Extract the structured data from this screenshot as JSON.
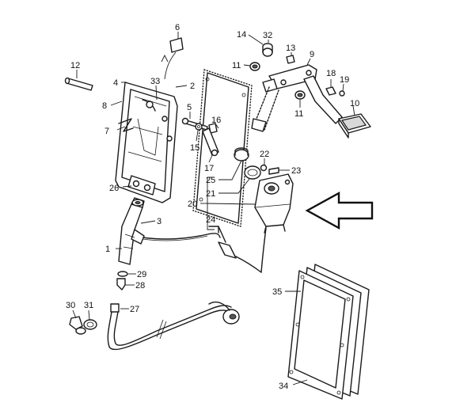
{
  "callouts": [
    "1",
    "2",
    "3",
    "4",
    "5",
    "6",
    "7",
    "8",
    "9",
    "10",
    "11",
    "11",
    "12",
    "13",
    "14",
    "15",
    "16",
    "17",
    "18",
    "19",
    "20",
    "21",
    "22",
    "23",
    "24",
    "25",
    "26",
    "27",
    "28",
    "29",
    "30",
    "31",
    "32",
    "33",
    "34",
    "35"
  ]
}
